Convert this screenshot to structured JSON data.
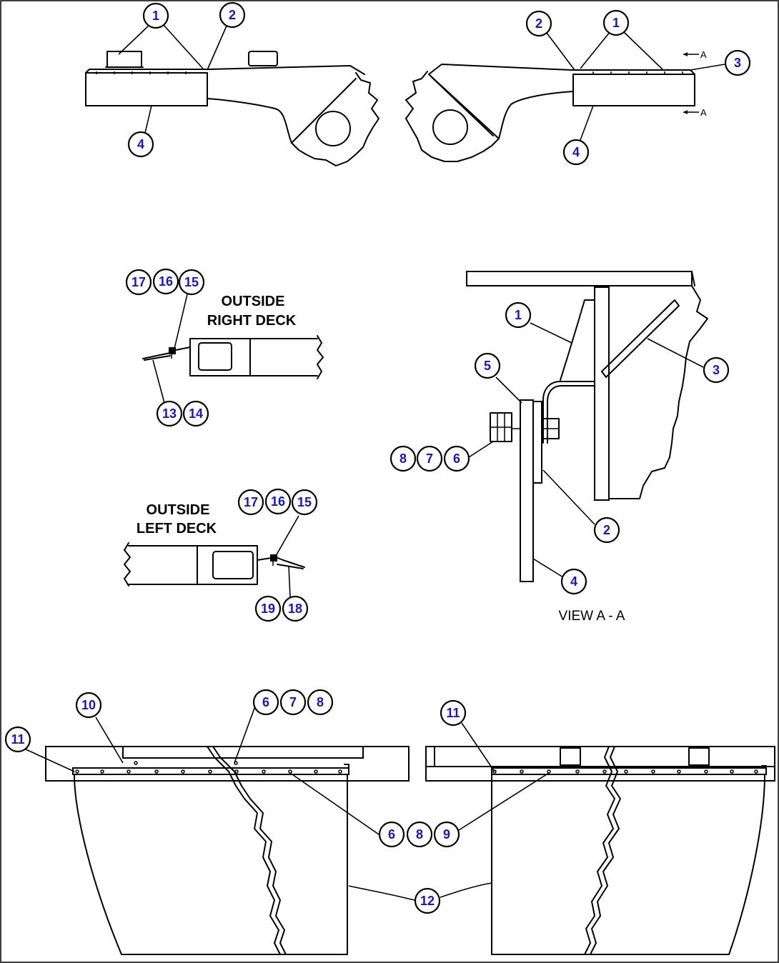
{
  "labels": {
    "outside_right_deck_1": "OUTSIDE",
    "outside_right_deck_2": "RIGHT DECK",
    "outside_left_deck_1": "OUTSIDE",
    "outside_left_deck_2": "LEFT DECK",
    "view_aa": "VIEW  A - A",
    "section_arrow": "A"
  },
  "callouts": {
    "top_left": [
      "1",
      "2",
      "4"
    ],
    "top_right": [
      "2",
      "1",
      "3",
      "4"
    ],
    "view_aa": [
      "1",
      "3",
      "5",
      "8",
      "7",
      "6",
      "2",
      "4"
    ],
    "right_deck": [
      "17",
      "16",
      "15",
      "13",
      "14"
    ],
    "left_deck": [
      "17",
      "16",
      "15",
      "19",
      "18"
    ],
    "bottom": [
      "10",
      "6",
      "7",
      "8",
      "11",
      "6",
      "8",
      "9",
      "11",
      "12"
    ]
  }
}
